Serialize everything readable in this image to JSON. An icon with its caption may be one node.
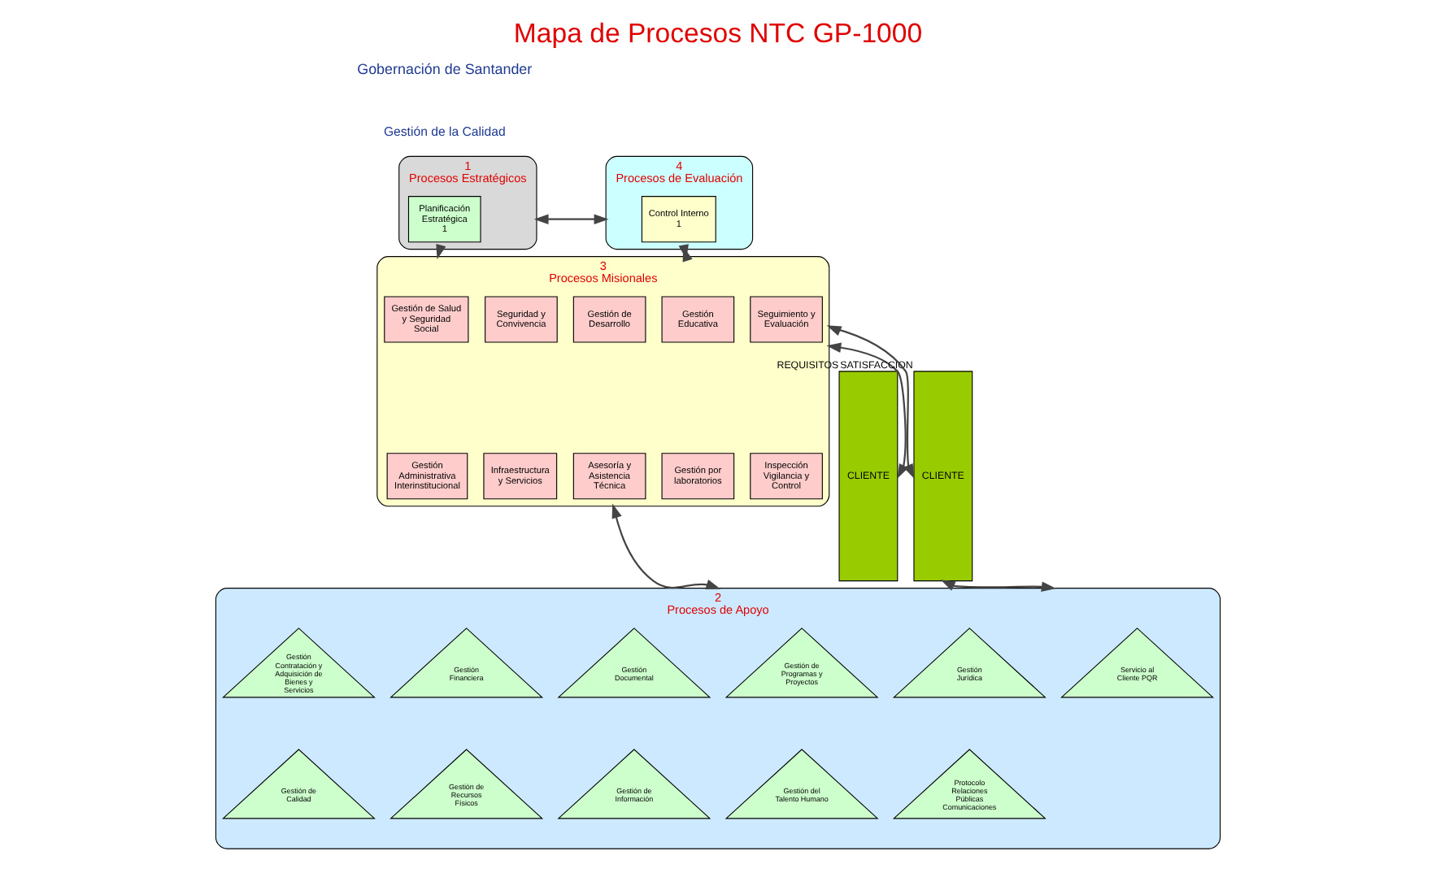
{
  "diagram": {
    "title": "Mapa de Procesos NTC GP-1000",
    "nodes": [
      {
        "text": [
          "CLIENTE"
        ],
        "beside": [
          "REQUISITOS"
        ]
      },
      {
        "text": [
          "1",
          "Procesos Estratégicos"
        ]
      },
      {
        "text": [
          "Planificación Estratégica",
          "1"
        ],
        "in": 1
      },
      {
        "text": [
          "4",
          "Procesos de Evaluación"
        ]
      },
      {
        "text": [
          "Control Interno",
          "1"
        ],
        "in": 3
      },
      {
        "text": [
          "3",
          "Procesos Misionales"
        ]
      },
      {
        "text": [
          "Seguridad y Convivencia"
        ],
        "in": 5
      },
      {
        "text": [
          "Gestión de Salud y Seguridad Social"
        ],
        "in": 5
      },
      {
        "text": [
          "Gestión de Desarrollo"
        ],
        "in": 5
      },
      {
        "text": [
          "Gestión Educativa"
        ],
        "in": 5
      },
      {
        "text": [
          "Seguimiento y Evaluación"
        ],
        "in": 5
      },
      {
        "text": [
          "Infraestructura y Servicios"
        ],
        "in": 5
      },
      {
        "text": [
          "Gestión Administrativa Interinstitucional"
        ],
        "in": 5
      },
      {
        "text": [
          "Asesoría y Asistencia Técnica"
        ],
        "in": 5
      },
      {
        "text": [
          "Gestión por laboratorios"
        ],
        "in": 5
      },
      {
        "text": [
          "Inspección Vigilancia y Control"
        ],
        "in": 5
      },
      {
        "text": [
          "2",
          "Procesos de Apoyo"
        ]
      },
      {
        "text": [
          "Gestión Contratación y Adquisición de Bienes y Servicios"
        ],
        "in": 16
      },
      {
        "text": [
          "Gestión Financiera"
        ],
        "in": 16
      },
      {
        "text": [
          "Gestión Documental"
        ],
        "in": 16
      },
      {
        "text": [
          "Gestión de Programas y Proyectos"
        ],
        "in": 16
      },
      {
        "text": [
          "Gestión Jurídica"
        ],
        "in": 16
      },
      {
        "text": [
          "Servicio al Cliente PQR"
        ],
        "in": 16
      },
      {
        "text": [
          "Gestión de Calidad"
        ],
        "in": 16
      },
      {
        "text": [
          "Gestión de Recursos Físicos"
        ],
        "in": 16
      },
      {
        "text": [
          "Gestión de Información"
        ],
        "in": 16
      },
      {
        "text": [
          "Gestión del Talento Humano"
        ],
        "in": 16
      },
      {
        "text": [
          "Protocolo Relaciones Públicas Comunicaciones"
        ],
        "in": 16
      },
      {
        "text": [
          "CLIENTE"
        ],
        "beside": [
          "SATISFACCION"
        ]
      }
    ],
    "edges": [
      {
        "from": 1,
        "to": 3,
        "arrow": "both"
      },
      {
        "from": 1,
        "to": 5,
        "arrow": "to"
      },
      {
        "from": 3,
        "to": 5,
        "arrow": "both"
      },
      {
        "from": 0,
        "to": 5,
        "arrow": "both"
      },
      {
        "from": 5,
        "to": 28,
        "arrow": "both"
      },
      {
        "from": 5,
        "to": 16,
        "arrow": "both"
      },
      {
        "from": 16,
        "to": 28,
        "arrow": "both"
      }
    ],
    "labels": [
      "Gobernación de Santander",
      "Gestión de la Calidad"
    ]
  }
}
